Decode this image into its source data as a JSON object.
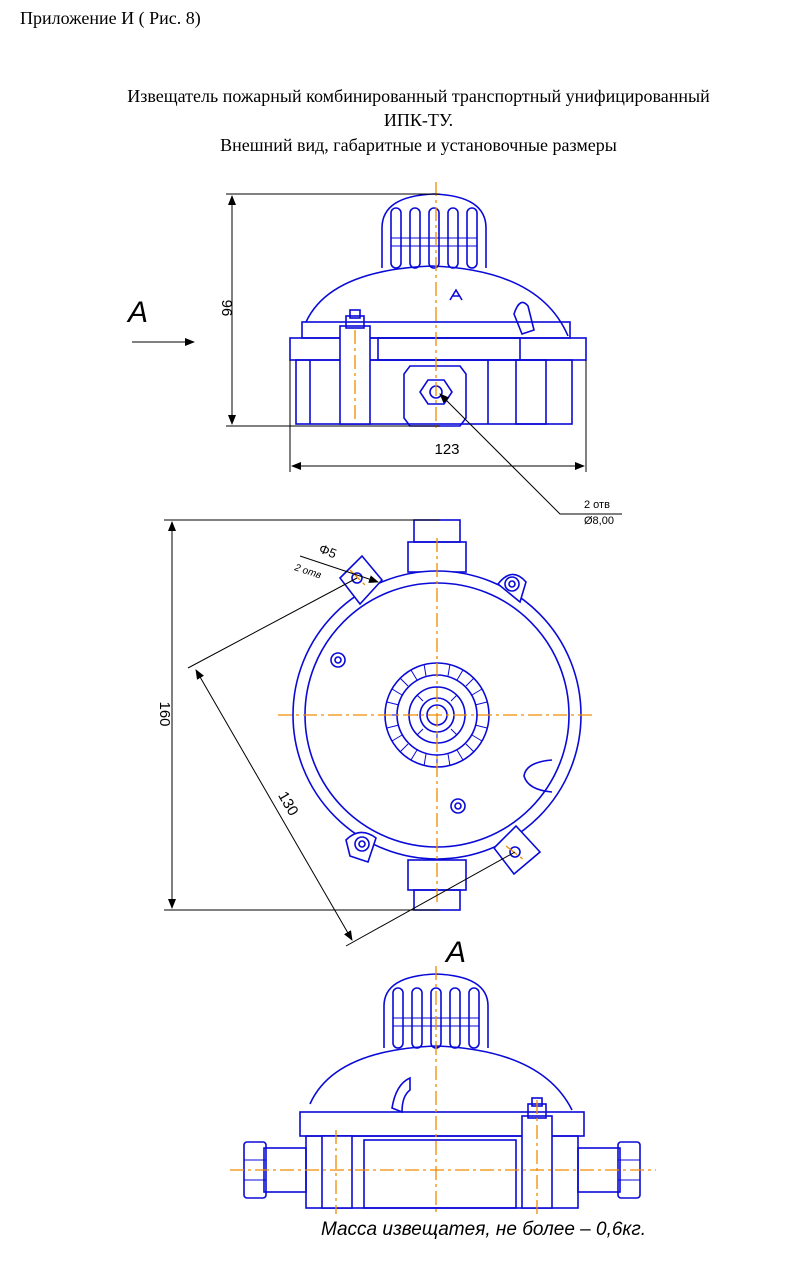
{
  "header": {
    "appendix": "Приложение И   ( Рис. 8)"
  },
  "title": {
    "line1": "Извещатель пожарный  комбинированный транспортный унифицированный",
    "line2": "ИПК-ТУ.",
    "line3": "Внешний вид, габаритные и установочные размеры"
  },
  "dimensions": {
    "height": "96",
    "width": "123",
    "holes_count_front": "2 отв",
    "holes_diameter_front": "Ø8,00",
    "diameter_mount": "Φ5",
    "holes_count_top": "2 отв",
    "overall_height": "160",
    "mount_spacing": "130"
  },
  "view_labels": {
    "left_arrow": "A",
    "bottom_view": "A",
    "top_symbol": "A"
  },
  "footer": {
    "mass": "Масса извещатея, не более – 0,6кг."
  },
  "colors": {
    "lines": "#0a0ad8",
    "axes": "#f08c00",
    "dims": "#000000"
  }
}
